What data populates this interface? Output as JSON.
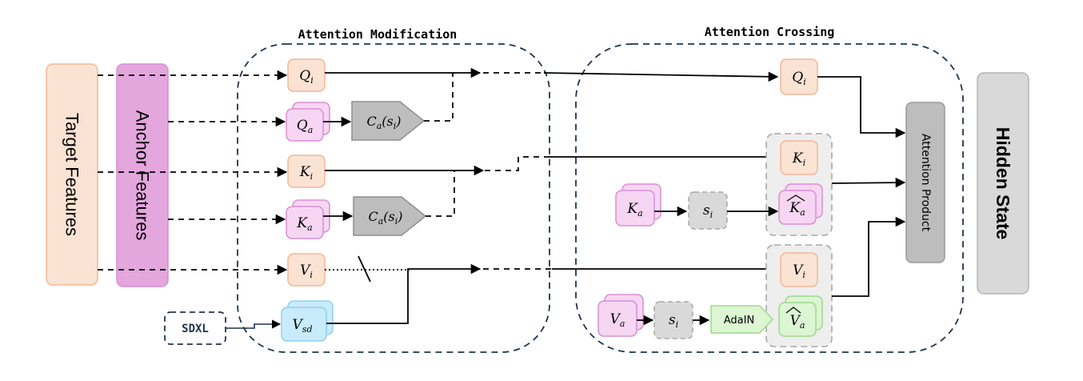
{
  "columns": {
    "target": "Target Features",
    "anchor": "Anchor Features",
    "hidden": "Hidden State"
  },
  "groups": {
    "modification": "Attention Modification",
    "crossing": "Attention Crossing"
  },
  "sdxl": "SDXL",
  "attention_product": "Attention Product",
  "adain": "AdaIN",
  "symbols": {
    "q_i": {
      "base": "Q",
      "sub": "i"
    },
    "q_a": {
      "base": "Q",
      "sub": "a"
    },
    "k_i": {
      "base": "K",
      "sub": "i"
    },
    "k_a": {
      "base": "K",
      "sub": "a"
    },
    "v_i": {
      "base": "V",
      "sub": "i"
    },
    "v_sd": {
      "base": "V",
      "sub": "sd"
    },
    "c_a": {
      "base": "C",
      "sub": "a",
      "arg": "(s",
      "arg_sub": "i",
      "close": ")"
    },
    "s_i": {
      "base": "s",
      "sub": "i"
    },
    "k_a_hat": {
      "base": "K",
      "sub": "a"
    },
    "v_a": {
      "base": "V",
      "sub": "a"
    },
    "v_a_hat": {
      "base": "V",
      "sub": "a"
    }
  },
  "colors": {
    "orange_fill": "#fbe3d3",
    "orange_stroke": "#f1b898",
    "pink_fill": "#f6d6f3",
    "pink_stroke": "#d88fd4",
    "anchor_fill": "#e3a6dd",
    "blue_fill": "#c9ecfb",
    "blue_stroke": "#8fd0f0",
    "green_fill": "#dcf5d2",
    "green_stroke": "#9fd88c",
    "gray_fill": "#bdbdbd",
    "gray_stroke": "#9a9a9a",
    "light_gray_fill": "#d9d9d9",
    "navy": "#1f3450"
  }
}
